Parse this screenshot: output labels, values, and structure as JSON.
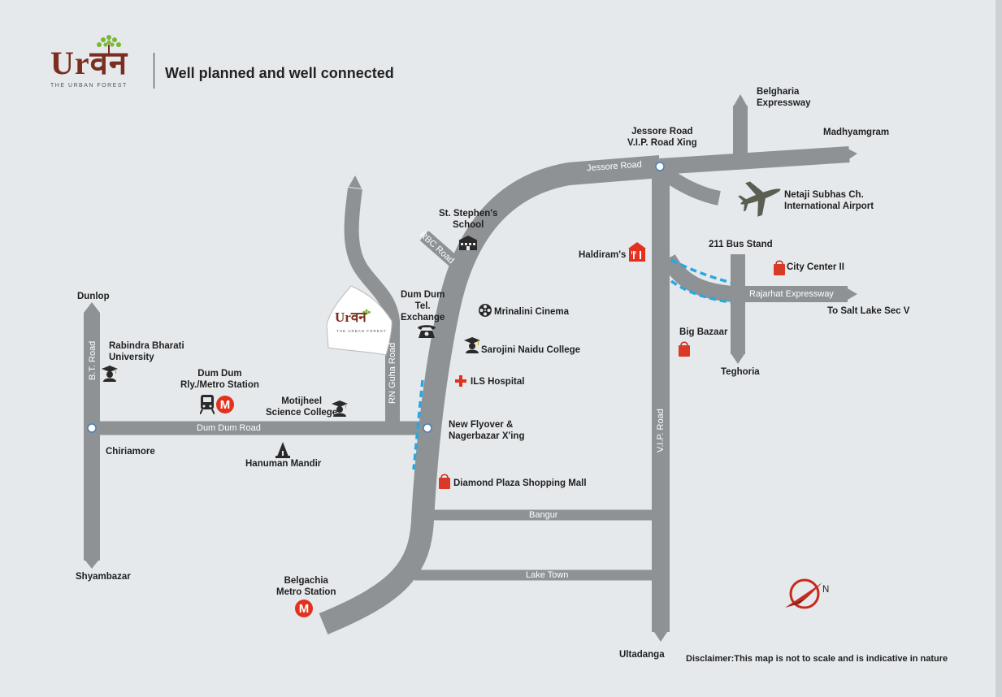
{
  "header": {
    "brand_name": "Urवन",
    "brand_tagline": "THE URBAN FOREST",
    "headline": "Well planned and well connected"
  },
  "site_marker": {
    "brand_name": "Urवन",
    "brand_tagline": "THE URBAN FOREST"
  },
  "roads": {
    "jessore_road": "Jessore Road",
    "rbc_road": "RBC Road",
    "bt_road": "B.T. Road",
    "rn_guha_road": "RN Guha Road",
    "dum_dum_road": "Dum Dum Road",
    "vip_road": "V.I.P. Road",
    "bangur": "Bangur",
    "lake_town": "Lake Town",
    "rajarhat_expressway": "Rajarhat Expressway"
  },
  "places": {
    "belgharia": "Belgharia\nExpressway",
    "jessore_xing": "Jessore Road\nV.I.P. Road Xing",
    "madhyamgram": "Madhyamgram",
    "airport": "Netaji Subhas Ch.\nInternational Airport",
    "st_stephens": "St. Stephen's\nSchool",
    "bus_stand": "211 Bus Stand",
    "haldirams": "Haldiram's",
    "city_center": "City Center II",
    "salt_lake": "To Salt Lake Sec V",
    "dumdum_tel": "Dum Dum\nTel.\nExchange",
    "mrinalini": "Mrinalini Cinema",
    "big_bazaar": "Big Bazaar",
    "sarojini": "Sarojini Naidu College",
    "teghoria": "Teghoria",
    "dunlop": "Dunlop",
    "rabindra": "Rabindra Bharati\nUniversity",
    "dumdum_station": "Dum Dum\nRly./Metro Station",
    "ils": "ILS Hospital",
    "motijheel": "Motijheel\nScience College",
    "nagerbazar": "New Flyover &\nNagerbazar X'ing",
    "chiriamore": "Chiriamore",
    "hanuman": "Hanuman Mandir",
    "diamond_plaza": "Diamond Plaza Shopping Mall",
    "shyambazar": "Shyambazar",
    "belgachia": "Belgachia\nMetro Station",
    "ultadanga": "Ultadanga"
  },
  "compass": {
    "north": "N"
  },
  "disclaimer": "Disclaimer:This map is not to scale and is indicative in nature",
  "colors": {
    "background": "#e6e9ec",
    "road": "#8e9295",
    "flyover": "#29a8e0",
    "brand": "#7b2e1f",
    "metro": "#e2311d"
  },
  "icons": [
    "airplane-icon",
    "graduation-cap-icon",
    "metro-icon",
    "train-icon",
    "telephone-icon",
    "film-reel-icon",
    "hospital-cross-icon",
    "shopping-bag-icon",
    "restaurant-icon",
    "school-icon",
    "temple-icon",
    "compass-icon",
    "tree-icon"
  ]
}
